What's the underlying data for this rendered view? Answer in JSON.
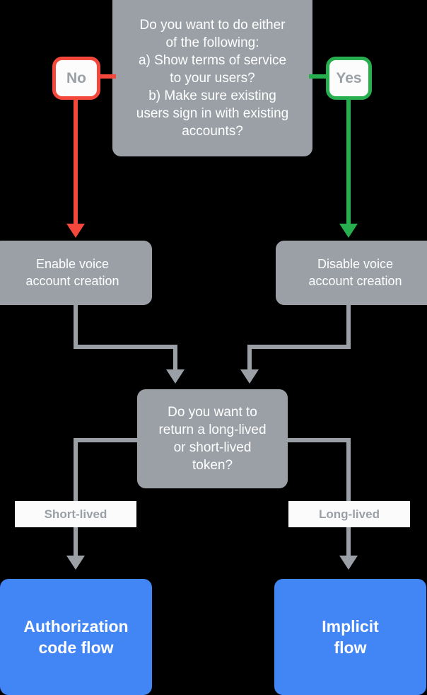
{
  "diagram": {
    "title": "Account linking flow decision chart",
    "background_color": "#000000",
    "colors": {
      "gray_node": "#9aa0a6",
      "blue_node": "#4285f4",
      "no_accent": "#f4483c",
      "yes_accent": "#27ae4f",
      "connector": "#9aa0a6",
      "chip_background": "#fbfbfb",
      "node_text": "#ffffff",
      "chip_text": "#9aa0a6"
    }
  },
  "nodes": {
    "decision_top": {
      "text": "Do you want to do either\nof the following:\na) Show terms of service\nto your users?\nb) Make sure existing\nusers sign in with existing\naccounts?",
      "type": "decision"
    },
    "pill_no": {
      "label": "No",
      "type": "branch-label"
    },
    "pill_yes": {
      "label": "Yes",
      "type": "branch-label"
    },
    "enable_box": {
      "text": "Enable voice\naccount creation",
      "type": "action"
    },
    "disable_box": {
      "text": "Disable voice\naccount creation",
      "type": "action"
    },
    "decision_token": {
      "text": "Do you want to\nreturn a long-lived\nor short-lived\ntoken?",
      "type": "decision"
    },
    "chip_short": {
      "label": "Short-lived",
      "type": "edge-label"
    },
    "chip_long": {
      "label": "Long-lived",
      "type": "edge-label"
    },
    "flow_auth": {
      "text": "Authorization\ncode flow",
      "type": "terminal"
    },
    "flow_implicit": {
      "text": "Implicit\nflow",
      "type": "terminal"
    }
  },
  "edges": [
    {
      "from": "decision_top",
      "to": "pill_no",
      "label": "No",
      "color": "#f4483c"
    },
    {
      "from": "decision_top",
      "to": "pill_yes",
      "label": "Yes",
      "color": "#27ae4f"
    },
    {
      "from": "pill_no",
      "to": "enable_box",
      "label": "",
      "color": "#f4483c"
    },
    {
      "from": "pill_yes",
      "to": "disable_box",
      "label": "",
      "color": "#27ae4f"
    },
    {
      "from": "enable_box",
      "to": "decision_token",
      "label": "",
      "color": "#9aa0a6"
    },
    {
      "from": "disable_box",
      "to": "decision_token",
      "label": "",
      "color": "#9aa0a6"
    },
    {
      "from": "decision_token",
      "to": "flow_auth",
      "label": "Short-lived",
      "color": "#9aa0a6"
    },
    {
      "from": "decision_token",
      "to": "flow_implicit",
      "label": "Long-lived",
      "color": "#9aa0a6"
    }
  ]
}
